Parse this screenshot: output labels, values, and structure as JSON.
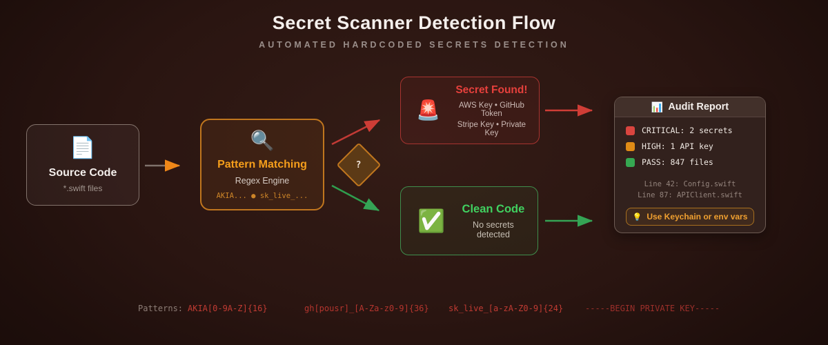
{
  "header": {
    "title": "Secret Scanner Detection Flow",
    "subtitle": "AUTOMATED HARDCODED SECRETS DETECTION"
  },
  "nodes": {
    "source": {
      "icon_glyph": "📄",
      "title": "Source Code",
      "subtitle": "*.swift files"
    },
    "pattern": {
      "icon_glyph": "🔍",
      "title": "Pattern Matching",
      "subtitle": "Regex Engine",
      "code": "AKIA... ● sk_live_..."
    },
    "decision": {
      "label": "?"
    },
    "secret": {
      "icon_glyph": "🚨",
      "title": "Secret Found!",
      "line1": "AWS Key • GitHub Token",
      "line2": "Stripe Key • Private Key"
    },
    "clean": {
      "icon_glyph": "✅",
      "title": "Clean Code",
      "subtitle": "No secrets detected"
    }
  },
  "audit": {
    "icon_glyph": "📊",
    "title": "Audit Report",
    "legend": [
      {
        "label": "CRITICAL: 2 secrets",
        "color": "#d9453f"
      },
      {
        "label": "HIGH: 1 API key",
        "color": "#df8b16"
      },
      {
        "label": "PASS: 847 files",
        "color": "#36a852"
      }
    ],
    "findings": [
      "Line 42: Config.swift",
      "Line 87: APIClient.swift"
    ],
    "button": {
      "icon_glyph": "💡",
      "label": "Use Keychain or env vars"
    }
  },
  "patterns": {
    "label": "Patterns:",
    "items": [
      "AKIA[0-9A-Z]{16}",
      "gh[pousr]_[A-Za-z0-9]{36}",
      "sk_live_[a-zA-Z0-9]{24}",
      "-----BEGIN PRIVATE KEY-----"
    ]
  },
  "colors": {
    "accent_orange": "#c0761e",
    "accent_red": "#cf3d36",
    "accent_green": "#35a455",
    "pattern_text": "#f59e1b",
    "secret_text": "#e6403c",
    "clean_text": "#40d160",
    "button_text": "#f0a030",
    "pattern_regex_red": "#c13b33"
  }
}
